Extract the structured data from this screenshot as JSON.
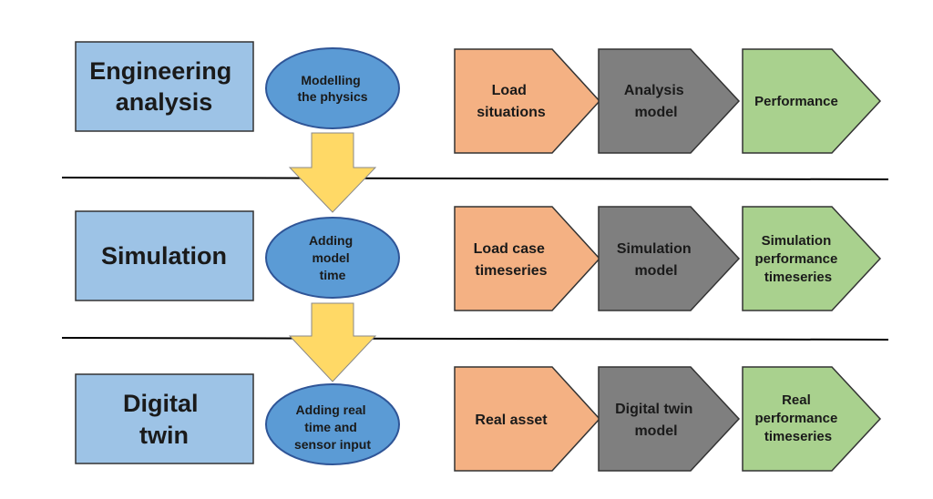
{
  "colors": {
    "level_box": "#9dc3e6",
    "oval": "#5b9bd5",
    "arrow": "#ffd966",
    "input": "#f4b183",
    "model": "#7f7f7f",
    "output": "#a9d18e",
    "divider": "#000000"
  },
  "rows": [
    {
      "level": [
        "Engineering",
        "analysis"
      ],
      "transition": [
        "Modelling",
        "the physics"
      ],
      "steps": [
        {
          "kind": "input",
          "lines": [
            "Load",
            "situations"
          ]
        },
        {
          "kind": "model",
          "lines": [
            "Analysis",
            "model"
          ]
        },
        {
          "kind": "output",
          "lines": [
            "Performance"
          ]
        }
      ]
    },
    {
      "level": [
        "Simulation"
      ],
      "transition": [
        "Adding",
        "model",
        "time"
      ],
      "steps": [
        {
          "kind": "input",
          "lines": [
            "Load case",
            "timeseries"
          ]
        },
        {
          "kind": "model",
          "lines": [
            "Simulation",
            "model"
          ]
        },
        {
          "kind": "output",
          "lines": [
            "Simulation",
            "performance",
            "timeseries"
          ]
        }
      ]
    },
    {
      "level": [
        "Digital",
        "twin"
      ],
      "transition": [
        "Adding real",
        "time and",
        "sensor input"
      ],
      "steps": [
        {
          "kind": "input",
          "lines": [
            "Real asset"
          ]
        },
        {
          "kind": "model",
          "lines": [
            "Digital twin",
            "model"
          ]
        },
        {
          "kind": "output",
          "lines": [
            "Real",
            "performance",
            "timeseries"
          ]
        }
      ]
    }
  ]
}
